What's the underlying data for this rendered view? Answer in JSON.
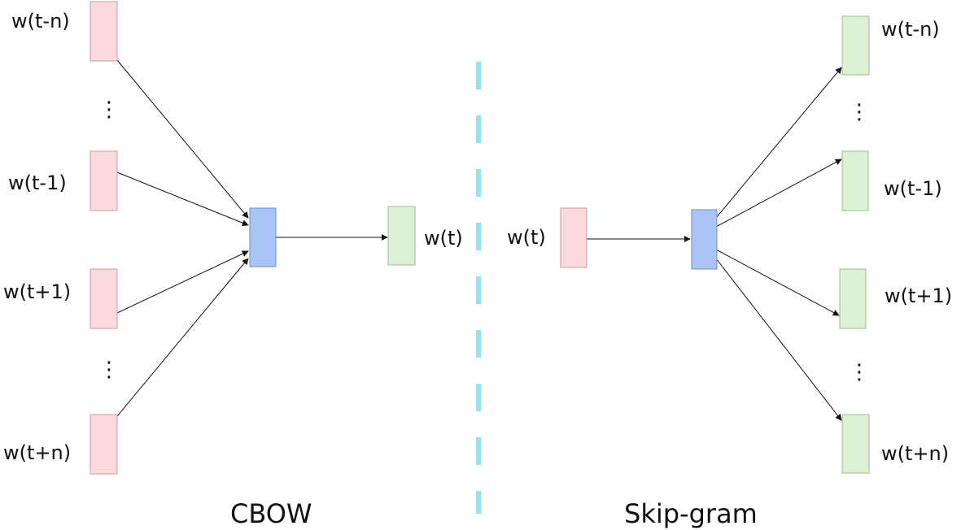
{
  "colors": {
    "input_fill": "#fadadb",
    "input_stroke": "#d39a9c",
    "hidden_fill": "#a9c4f5",
    "hidden_stroke": "#6f8fc8",
    "output_fill": "#dcf0d6",
    "output_stroke": "#98c08e",
    "divider": "#8fe4f7"
  },
  "cbow": {
    "title": "CBOW",
    "inputs": [
      "w(t-n)",
      "w(t-1)",
      "w(t+1)",
      "w(t+n)"
    ],
    "output": "w(t)",
    "ellipsis": "⋮"
  },
  "skipgram": {
    "title": "Skip-gram",
    "input": "w(t)",
    "outputs": [
      "w(t-n)",
      "w(t-1)",
      "w(t+1)",
      "w(t+n)"
    ],
    "ellipsis": "⋮"
  }
}
